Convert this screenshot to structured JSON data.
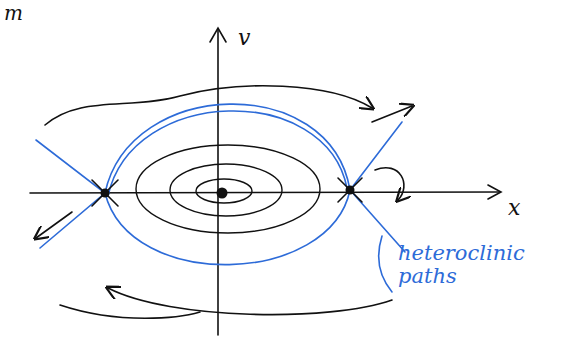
{
  "diagram": {
    "labels": [
      "m",
      "v",
      "x",
      "heteroclinic paths"
    ]
  }
}
